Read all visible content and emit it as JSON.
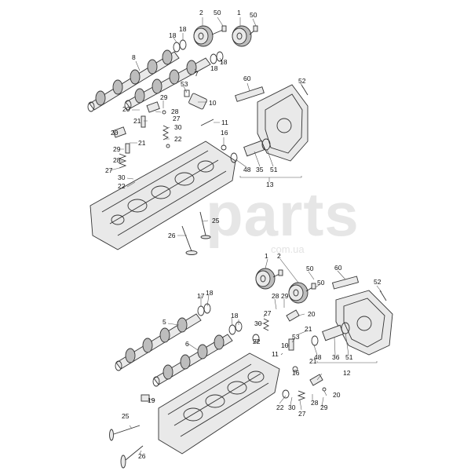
{
  "watermark": {
    "main": "parts",
    "sub": "com.ua"
  },
  "callouts_top": [
    {
      "id": "t2",
      "label": "2"
    },
    {
      "id": "t50a",
      "label": "50"
    },
    {
      "id": "t1",
      "label": "1"
    },
    {
      "id": "t50b",
      "label": "50"
    },
    {
      "id": "t18a",
      "label": "18"
    },
    {
      "id": "t18b",
      "label": "18"
    },
    {
      "id": "t8",
      "label": "8"
    },
    {
      "id": "t18c",
      "label": "18"
    },
    {
      "id": "t18d",
      "label": "18"
    },
    {
      "id": "t7",
      "label": "7"
    },
    {
      "id": "t60",
      "label": "60"
    },
    {
      "id": "t52",
      "label": "52"
    },
    {
      "id": "t53",
      "label": "53"
    },
    {
      "id": "t29",
      "label": "29"
    },
    {
      "id": "t20a",
      "label": "20"
    },
    {
      "id": "t28",
      "label": "28"
    },
    {
      "id": "t21a",
      "label": "21"
    },
    {
      "id": "t27",
      "label": "27"
    },
    {
      "id": "t10",
      "label": "10"
    },
    {
      "id": "t11",
      "label": "11"
    },
    {
      "id": "t30",
      "label": "30"
    },
    {
      "id": "t20b",
      "label": "20"
    },
    {
      "id": "t22",
      "label": "22"
    },
    {
      "id": "t16",
      "label": "16"
    },
    {
      "id": "t21b",
      "label": "21"
    },
    {
      "id": "t29b",
      "label": "29"
    },
    {
      "id": "t28b",
      "label": "28"
    },
    {
      "id": "t27b",
      "label": "27"
    },
    {
      "id": "t30b",
      "label": "30"
    },
    {
      "id": "t22b",
      "label": "22"
    },
    {
      "id": "t48",
      "label": "48"
    },
    {
      "id": "t35",
      "label": "35"
    },
    {
      "id": "t51",
      "label": "51"
    },
    {
      "id": "t13",
      "label": "13"
    },
    {
      "id": "t25",
      "label": "25"
    },
    {
      "id": "t26",
      "label": "26"
    }
  ],
  "callouts_bottom": [
    {
      "id": "b1",
      "label": "1"
    },
    {
      "id": "b2",
      "label": "2"
    },
    {
      "id": "b50a",
      "label": "50"
    },
    {
      "id": "b50b",
      "label": "50"
    },
    {
      "id": "b60",
      "label": "60"
    },
    {
      "id": "b52",
      "label": "52"
    },
    {
      "id": "b17",
      "label": "17"
    },
    {
      "id": "b18a",
      "label": "18"
    },
    {
      "id": "b18b",
      "label": "18"
    },
    {
      "id": "b28",
      "label": "28"
    },
    {
      "id": "b29",
      "label": "29"
    },
    {
      "id": "b5",
      "label": "5"
    },
    {
      "id": "b30",
      "label": "30"
    },
    {
      "id": "b27",
      "label": "27"
    },
    {
      "id": "b20a",
      "label": "20"
    },
    {
      "id": "b21a",
      "label": "21"
    },
    {
      "id": "b53",
      "label": "53"
    },
    {
      "id": "b22",
      "label": "22"
    },
    {
      "id": "b6",
      "label": "6"
    },
    {
      "id": "b10",
      "label": "10"
    },
    {
      "id": "b11",
      "label": "11"
    },
    {
      "id": "b16",
      "label": "16"
    },
    {
      "id": "b21b",
      "label": "21"
    },
    {
      "id": "b48",
      "label": "48"
    },
    {
      "id": "b36",
      "label": "36"
    },
    {
      "id": "b51",
      "label": "51"
    },
    {
      "id": "b12",
      "label": "12"
    },
    {
      "id": "b19",
      "label": "19"
    },
    {
      "id": "b20b",
      "label": "20"
    },
    {
      "id": "b22b",
      "label": "22"
    },
    {
      "id": "b30b",
      "label": "30"
    },
    {
      "id": "b27b",
      "label": "27"
    },
    {
      "id": "b28b",
      "label": "28"
    },
    {
      "id": "b29b",
      "label": "29"
    },
    {
      "id": "b25",
      "label": "25"
    },
    {
      "id": "b26",
      "label": "26"
    }
  ]
}
